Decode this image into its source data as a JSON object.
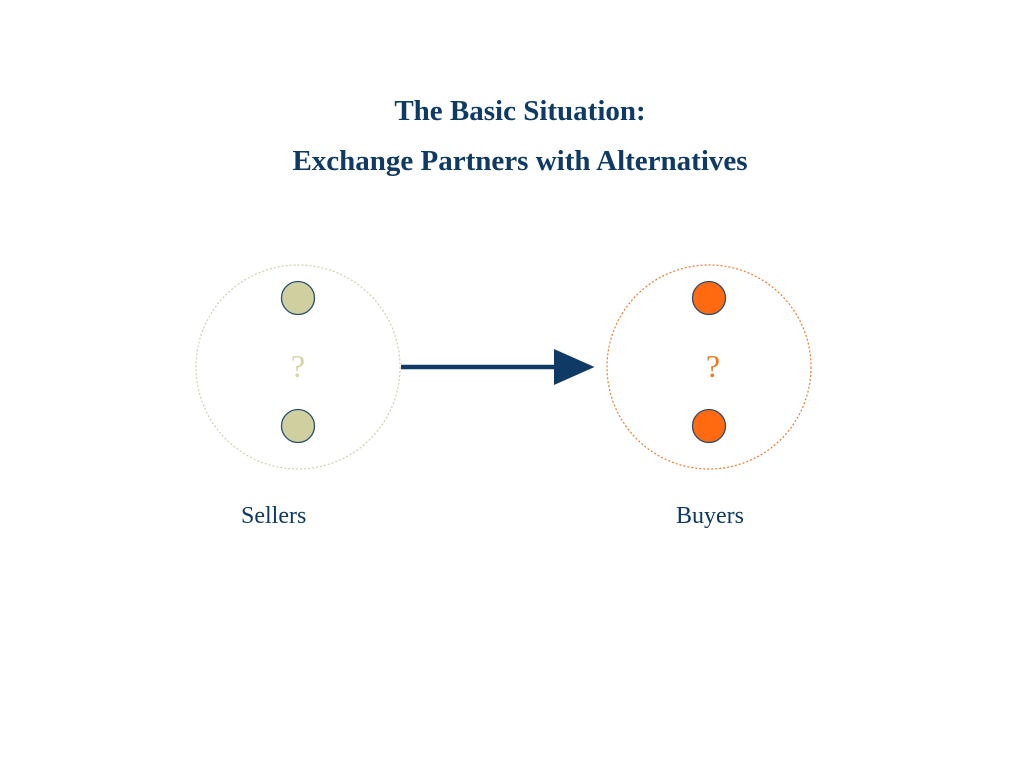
{
  "slide": {
    "title_line1": "The Basic Situation:",
    "title_line2": "Exchange Partners with Alternatives"
  },
  "sellers": {
    "label": "Sellers",
    "unknown_mark": "?",
    "node_color": "#cfcfa0",
    "mark_color": "#d6d4a2",
    "ring_color": "#cfcfb0"
  },
  "buyers": {
    "label": "Buyers",
    "unknown_mark": "?",
    "node_color": "#ff6a10",
    "mark_color": "#f07a20",
    "ring_color": "#f07a30"
  },
  "colors": {
    "title": "#0f3a66",
    "arrow": "#0f3a66",
    "node_stroke": "#2a4d6e"
  }
}
